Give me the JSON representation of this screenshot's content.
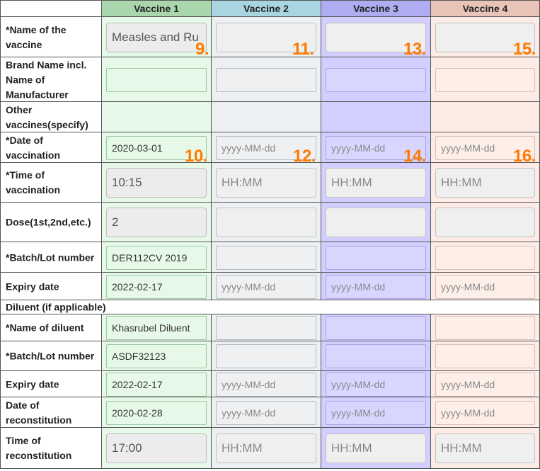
{
  "headers": [
    "Vaccine 1",
    "Vaccine 2",
    "Vaccine 3",
    "Vaccine 4"
  ],
  "rows": [
    {
      "label": "*Name of the vaccine",
      "type": "big",
      "values": [
        {
          "text": "Measles and Ru",
          "placeholder": false
        },
        {
          "text": "",
          "placeholder": false
        },
        {
          "text": "",
          "placeholder": false
        },
        {
          "text": "",
          "placeholder": false
        }
      ]
    },
    {
      "label": "Brand Name incl. Name of Manufacturer",
      "type": "sm",
      "values": [
        {
          "text": "",
          "placeholder": false
        },
        {
          "text": "",
          "placeholder": false
        },
        {
          "text": "",
          "placeholder": false
        },
        {
          "text": "",
          "placeholder": false
        }
      ]
    },
    {
      "label": "Other vaccines(specify)",
      "type": "none",
      "values": []
    },
    {
      "label": "*Date of vaccination",
      "type": "sm",
      "values": [
        {
          "text": "2020-03-01",
          "placeholder": false
        },
        {
          "text": "yyyy-MM-dd",
          "placeholder": true
        },
        {
          "text": "yyyy-MM-dd",
          "placeholder": true
        },
        {
          "text": "yyyy-MM-dd",
          "placeholder": true
        }
      ]
    },
    {
      "label": "*Time of vaccination",
      "type": "big",
      "values": [
        {
          "text": "10:15",
          "placeholder": false
        },
        {
          "text": "HH:MM",
          "placeholder": true
        },
        {
          "text": "HH:MM",
          "placeholder": true
        },
        {
          "text": "HH:MM",
          "placeholder": true
        }
      ]
    },
    {
      "label": "Dose(1st,2nd,etc.)",
      "type": "big",
      "values": [
        {
          "text": "2",
          "placeholder": false
        },
        {
          "text": "",
          "placeholder": false
        },
        {
          "text": "",
          "placeholder": false
        },
        {
          "text": "",
          "placeholder": false
        }
      ]
    },
    {
      "label": "*Batch/Lot number",
      "type": "sm",
      "values": [
        {
          "text": "DER112CV 2019",
          "placeholder": false
        },
        {
          "text": "",
          "placeholder": false
        },
        {
          "text": "",
          "placeholder": false
        },
        {
          "text": "",
          "placeholder": false
        }
      ]
    },
    {
      "label": "Expiry date",
      "type": "sm",
      "values": [
        {
          "text": "2022-02-17",
          "placeholder": false
        },
        {
          "text": "yyyy-MM-dd",
          "placeholder": true
        },
        {
          "text": "yyyy-MM-dd",
          "placeholder": true
        },
        {
          "text": "yyyy-MM-dd",
          "placeholder": true
        }
      ]
    },
    {
      "label": "Diluent (if applicable)",
      "type": "section",
      "values": []
    },
    {
      "label": "*Name of diluent",
      "type": "sm",
      "values": [
        {
          "text": "Khasrubel Diluent",
          "placeholder": false
        },
        {
          "text": "",
          "placeholder": false
        },
        {
          "text": "",
          "placeholder": false
        },
        {
          "text": "",
          "placeholder": false
        }
      ]
    },
    {
      "label": "*Batch/Lot number",
      "type": "sm",
      "values": [
        {
          "text": "ASDF32123",
          "placeholder": false
        },
        {
          "text": "",
          "placeholder": false
        },
        {
          "text": "",
          "placeholder": false
        },
        {
          "text": "",
          "placeholder": false
        }
      ]
    },
    {
      "label": "Expiry date",
      "type": "sm",
      "values": [
        {
          "text": "2022-02-17",
          "placeholder": false
        },
        {
          "text": "yyyy-MM-dd",
          "placeholder": true
        },
        {
          "text": "yyyy-MM-dd",
          "placeholder": true
        },
        {
          "text": "yyyy-MM-dd",
          "placeholder": true
        }
      ]
    },
    {
      "label": "Date of reconstitution",
      "type": "sm",
      "values": [
        {
          "text": "2020-02-28",
          "placeholder": false
        },
        {
          "text": "yyyy-MM-dd",
          "placeholder": true
        },
        {
          "text": "yyyy-MM-dd",
          "placeholder": true
        },
        {
          "text": "yyyy-MM-dd",
          "placeholder": true
        }
      ]
    },
    {
      "label": "Time of reconstitution",
      "type": "big",
      "values": [
        {
          "text": "17:00",
          "placeholder": false
        },
        {
          "text": "HH:MM",
          "placeholder": true
        },
        {
          "text": "HH:MM",
          "placeholder": true
        },
        {
          "text": "HH:MM",
          "placeholder": true
        }
      ]
    }
  ],
  "markers": [
    "9.",
    "10.",
    "11.",
    "12.",
    "13.",
    "14.",
    "15.",
    "16."
  ],
  "colors": {
    "marker": "#ff7a00",
    "vaccine1": "#e6f9e8",
    "vaccine2": "#ecf0f2",
    "vaccine3": "#d2ceff",
    "vaccine4": "#fdece6"
  }
}
